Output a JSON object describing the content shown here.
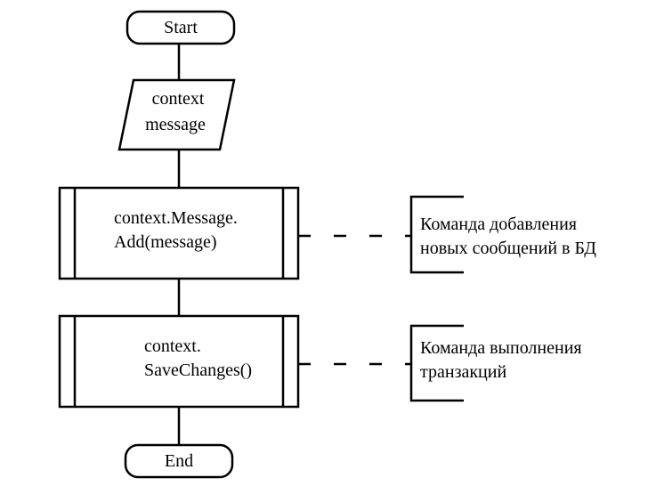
{
  "flowchart": {
    "start_label": "Start",
    "end_label": "End",
    "input": {
      "line1": "context",
      "line2": "message"
    },
    "process_add": {
      "line1": "context.Message.",
      "line2": "Add(message)"
    },
    "process_save": {
      "line1": "context.",
      "line2": "SaveChanges()"
    },
    "comment_add": {
      "line1": "Команда добавления",
      "line2": "новых сообщений в БД"
    },
    "comment_save": {
      "line1": "Команда выполнения",
      "line2": "транзакций"
    }
  },
  "colors": {
    "stroke": "#000000",
    "background": "#ffffff",
    "text": "#000000"
  }
}
